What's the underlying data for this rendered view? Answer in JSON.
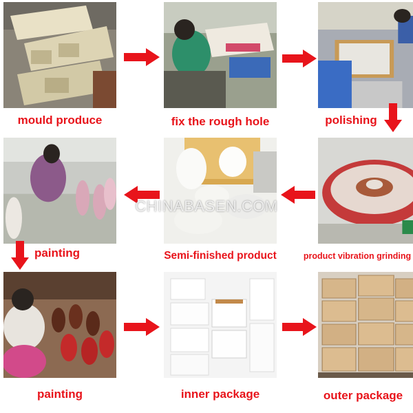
{
  "steps": [
    {
      "label": "mould produce"
    },
    {
      "label": "fix the rough hole"
    },
    {
      "label": "polishing"
    },
    {
      "label": "product vibration grinding"
    },
    {
      "label": "Semi-finished product"
    },
    {
      "label": "painting"
    },
    {
      "label": "painting"
    },
    {
      "label": "inner package"
    },
    {
      "label": "outer package"
    }
  ],
  "watermark": "CHINABASEN.COM",
  "colors": {
    "accent": "#e8141b",
    "background": "#ffffff"
  }
}
